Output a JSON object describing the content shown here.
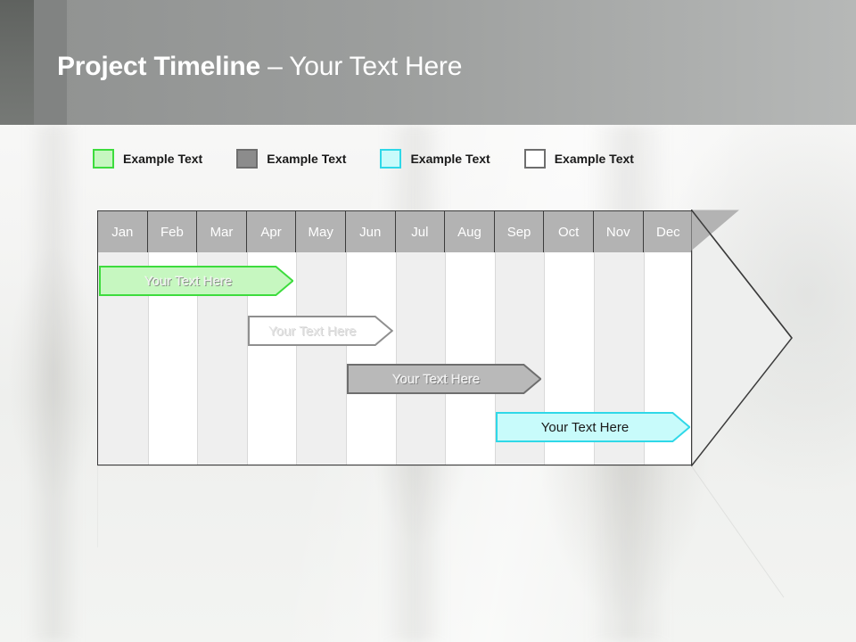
{
  "header": {
    "title_bold": "Project Timeline",
    "title_light": " – Your Text Here"
  },
  "legend": {
    "items": [
      {
        "label": "Example Text",
        "fill": "#c6f7c0",
        "border": "#3ddc3d",
        "name": "legend-swatch-green"
      },
      {
        "label": "Example Text",
        "fill": "#8c8c8c",
        "border": "#6e6e6e",
        "name": "legend-swatch-gray"
      },
      {
        "label": "Example Text",
        "fill": "#c8fbfb",
        "border": "#2fd8e8",
        "name": "legend-swatch-cyan"
      },
      {
        "label": "Example Text",
        "fill": "#ffffff",
        "border": "#6e6e6e",
        "name": "legend-swatch-white"
      }
    ]
  },
  "timeline": {
    "months": [
      "Jan",
      "Feb",
      "Mar",
      "Apr",
      "May",
      "Jun",
      "Jul",
      "Aug",
      "Sep",
      "Oct",
      "Nov",
      "Dec"
    ],
    "header_bg": "#b3b3b3",
    "header_text_color": "#ffffff",
    "stripe_shade": "#efefef",
    "stripe_plain": "#ffffff",
    "frame_border": "#3c3c3c",
    "bars": [
      {
        "label": "Your  Text Here",
        "name": "timeline-bar-1",
        "start_month": "Jan",
        "end_month": "Apr",
        "fill": "#c6f7c0",
        "border": "#3ddc3d",
        "label_style": "emboss-light"
      },
      {
        "label": "Your  Text Here",
        "name": "timeline-bar-2",
        "start_month": "Apr",
        "end_month": "Jun",
        "fill": "#ffffff",
        "border": "#8f8f8f",
        "label_style": "faint"
      },
      {
        "label": "Your  Text Here",
        "name": "timeline-bar-3",
        "start_month": "Jun",
        "end_month": "Sep",
        "fill": "#b9b9b9",
        "border": "#6e6e6e",
        "label_style": "emboss-light"
      },
      {
        "label": "Your  Text Here",
        "name": "timeline-bar-4",
        "start_month": "Sep",
        "end_month": "Dec",
        "fill": "#c8fbfb",
        "border": "#2fd8e8",
        "label_style": "dark"
      }
    ]
  }
}
